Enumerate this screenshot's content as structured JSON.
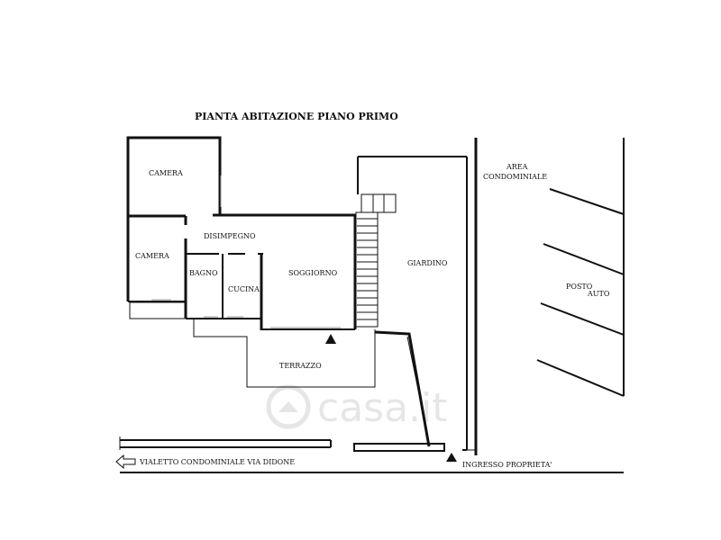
{
  "plan": {
    "title": "PIANTA ABITAZIONE PIANO PRIMO",
    "rooms": {
      "camera_upper": "CAMERA",
      "camera_lower": "CAMERA",
      "disimpegno": "DISIMPEGNO",
      "bagno": "BAGNO",
      "cucina": "CUCINA",
      "soggiorno": "SOGGIORNO",
      "terrazzo": "TERRAZZO",
      "giardino": "GIARDINO"
    },
    "area_condominiale": [
      "AREA",
      "CONDOMINIALE"
    ],
    "posto_auto": [
      "POSTO",
      "AUTO"
    ],
    "vialetto": "VIALETTO CONDOMINIALE VIA DIDONE",
    "ingresso": "INGRESSO PROPRIETA'",
    "watermark": "casa.it"
  }
}
